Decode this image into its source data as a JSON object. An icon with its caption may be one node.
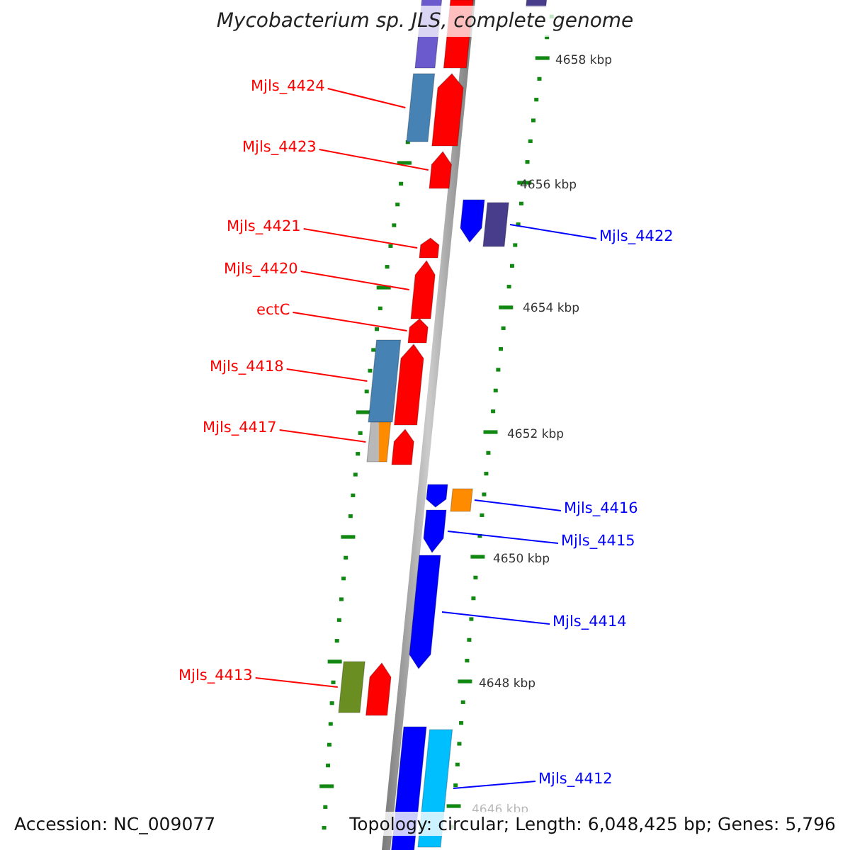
{
  "diagram": {
    "title": "Mycobacterium sp. JLS, complete genome",
    "nodes": [
      {
        "text": [
          "Mjls_4424"
        ]
      },
      {
        "text": [],
        "shape": "box"
      },
      {
        "text": [
          "Mjls_4423"
        ]
      },
      {
        "text": [],
        "shape": "arrow"
      },
      {
        "text": [
          "Mjls_4421"
        ]
      },
      {
        "text": [],
        "shape": "arrow"
      },
      {
        "text": [
          "Mjls_4422"
        ]
      },
      {
        "text": [],
        "shape": "box"
      },
      {
        "text": [
          "Mjls_4420"
        ]
      },
      {
        "text": [],
        "shape": "arrow"
      },
      {
        "text": [
          "ectC"
        ]
      },
      {
        "text": [],
        "shape": "arrow"
      },
      {
        "text": [
          "Mjls_4418"
        ]
      },
      {
        "text": [],
        "shape": "box"
      },
      {
        "text": [
          "Mjls_4417"
        ]
      },
      {
        "text": [],
        "shape": "box"
      },
      {
        "text": [
          "Mjls_4416"
        ]
      },
      {
        "text": [],
        "shape": "box"
      },
      {
        "text": [
          "Mjls_4415"
        ]
      },
      {
        "text": [],
        "shape": "arrow"
      },
      {
        "text": [
          "Mjls_4414"
        ]
      },
      {
        "text": [],
        "shape": "arrow"
      },
      {
        "text": [
          "Mjls_4413"
        ]
      },
      {
        "text": [],
        "shape": "box"
      },
      {
        "text": [
          "Mjls_4412"
        ]
      },
      {
        "text": [],
        "shape": "box"
      }
    ],
    "edges": [
      {
        "from": 0,
        "to": 1,
        "arrow": "none"
      },
      {
        "from": 2,
        "to": 3,
        "arrow": "none"
      },
      {
        "from": 4,
        "to": 5,
        "arrow": "none"
      },
      {
        "from": 6,
        "to": 7,
        "arrow": "none",
        "color": "#0000ff"
      },
      {
        "from": 8,
        "to": 9,
        "arrow": "none"
      },
      {
        "from": 10,
        "to": 11,
        "arrow": "none"
      },
      {
        "from": 12,
        "to": 13,
        "arrow": "none"
      },
      {
        "from": 14,
        "to": 15,
        "arrow": "none"
      },
      {
        "from": 16,
        "to": 17,
        "arrow": "none",
        "color": "#0000ff"
      },
      {
        "from": 18,
        "to": 19,
        "arrow": "none",
        "color": "#0000ff"
      },
      {
        "from": 20,
        "to": 21,
        "arrow": "none",
        "color": "#0000ff"
      },
      {
        "from": 22,
        "to": 23,
        "arrow": "none"
      },
      {
        "from": 24,
        "to": 25,
        "arrow": "none",
        "color": "#0000ff"
      }
    ],
    "labels": [
      "4658 kbp",
      "4656 kbp",
      "4654 kbp",
      "4652 kbp",
      "4650 kbp",
      "4648 kbp",
      "4646 kbp",
      "Accession: NC_009077",
      "Topology: circular; Length: 6,048,425 bp; Genes: 5,796"
    ]
  }
}
